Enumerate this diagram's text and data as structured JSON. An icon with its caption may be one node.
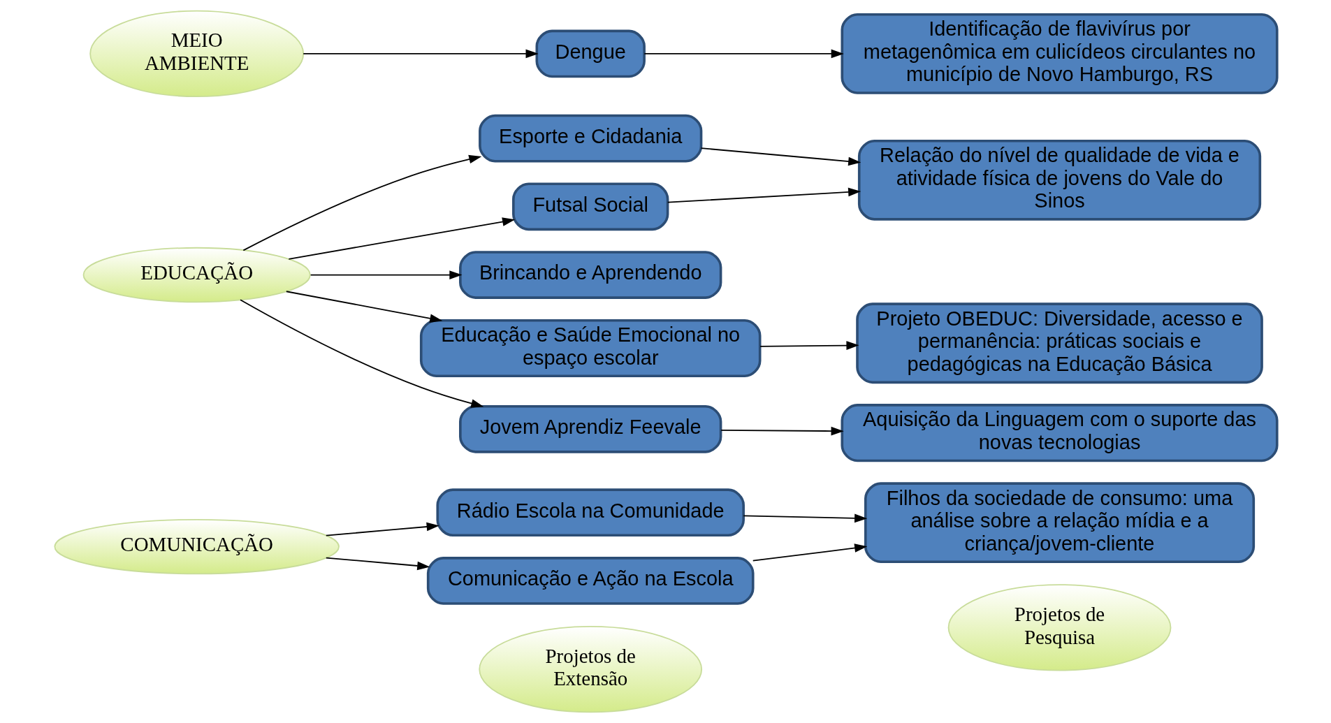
{
  "diagram": {
    "nodes": [
      {
        "text": [
          "Projetos de Extensão"
        ]
      },
      {
        "text": [
          "Projetos de Pesquisa"
        ]
      },
      {
        "text": [
          "COMUNICAÇÃO"
        ]
      },
      {
        "text": [
          "Rádio Escola na Comunidade"
        ]
      },
      {
        "text": [
          "Comunicação e Ação na Escola"
        ]
      },
      {
        "text": [
          "Filhos da sociedade de consumo: uma análise sobre a relação mídia e a criança/jovem-cliente"
        ]
      },
      {
        "text": [
          "Esporte e Cidadania"
        ]
      },
      {
        "text": [
          "Relação do nível de qualidade de vida e atividade física de jovens do Vale do Sinos"
        ]
      },
      {
        "text": [
          "Futsal Social"
        ]
      },
      {
        "text": [
          "EDUCAÇÃO"
        ]
      },
      {
        "text": [
          "Brincando e Aprendendo"
        ]
      },
      {
        "text": [
          "Projeto OBEDUC: Diversidade, acesso e permanência: práticas sociais e pedagógicas na Educação Básica"
        ]
      },
      {
        "text": [
          "Educação e Saúde Emocional no espaço escolar"
        ]
      },
      {
        "text": [
          "Aquisição da Linguagem com o suporte das novas tecnologias"
        ]
      },
      {
        "text": [
          "Jovem Aprendiz Feevale"
        ]
      },
      {
        "text": [
          "MEIO AMBIENTE"
        ]
      },
      {
        "text": [
          "Dengue"
        ]
      },
      {
        "text": [
          "Identificação de flavivírus por metagenômica em culicídeos circulantes no município de Novo Hamburgo, RS"
        ]
      }
    ],
    "edges": [
      {
        "from": 2,
        "to": 3,
        "arrow": "to"
      },
      {
        "from": 2,
        "to": 4,
        "arrow": "to"
      },
      {
        "from": 3,
        "to": 5,
        "arrow": "to"
      },
      {
        "from": 4,
        "to": 5,
        "arrow": "to"
      },
      {
        "from": 9,
        "to": 6,
        "arrow": "to"
      },
      {
        "from": 9,
        "to": 8,
        "arrow": "to"
      },
      {
        "from": 9,
        "to": 10,
        "arrow": "to"
      },
      {
        "from": 9,
        "to": 12,
        "arrow": "to"
      },
      {
        "from": 9,
        "to": 14,
        "arrow": "to"
      },
      {
        "from": 6,
        "to": 7,
        "arrow": "to"
      },
      {
        "from": 8,
        "to": 7,
        "arrow": "to"
      },
      {
        "from": 12,
        "to": 11,
        "arrow": "to"
      },
      {
        "from": 14,
        "to": 13,
        "arrow": "to"
      },
      {
        "from": 15,
        "to": 16,
        "arrow": "to"
      },
      {
        "from": 16,
        "to": 17,
        "arrow": "to"
      }
    ]
  }
}
